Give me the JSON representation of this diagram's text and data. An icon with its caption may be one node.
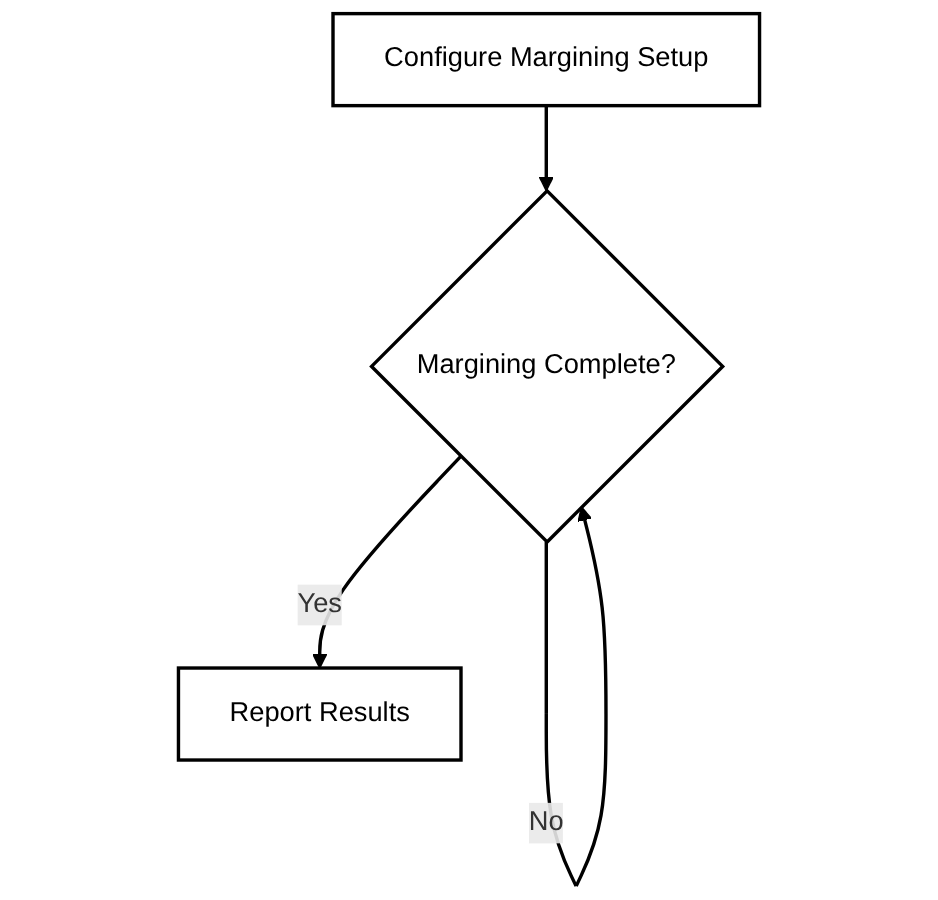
{
  "diagram": {
    "nodes": [
      {
        "text": [
          "Configure Margining Setup"
        ]
      },
      {
        "text": [
          "Margining Complete?"
        ]
      },
      {
        "text": [
          "Report Results"
        ]
      }
    ],
    "edges": [
      {
        "from": 0,
        "to": 1,
        "arrow": "to"
      },
      {
        "from": 1,
        "to": 1,
        "arrow": "to",
        "label": "No"
      },
      {
        "from": 1,
        "to": 2,
        "arrow": "to",
        "label": "Yes"
      }
    ]
  }
}
